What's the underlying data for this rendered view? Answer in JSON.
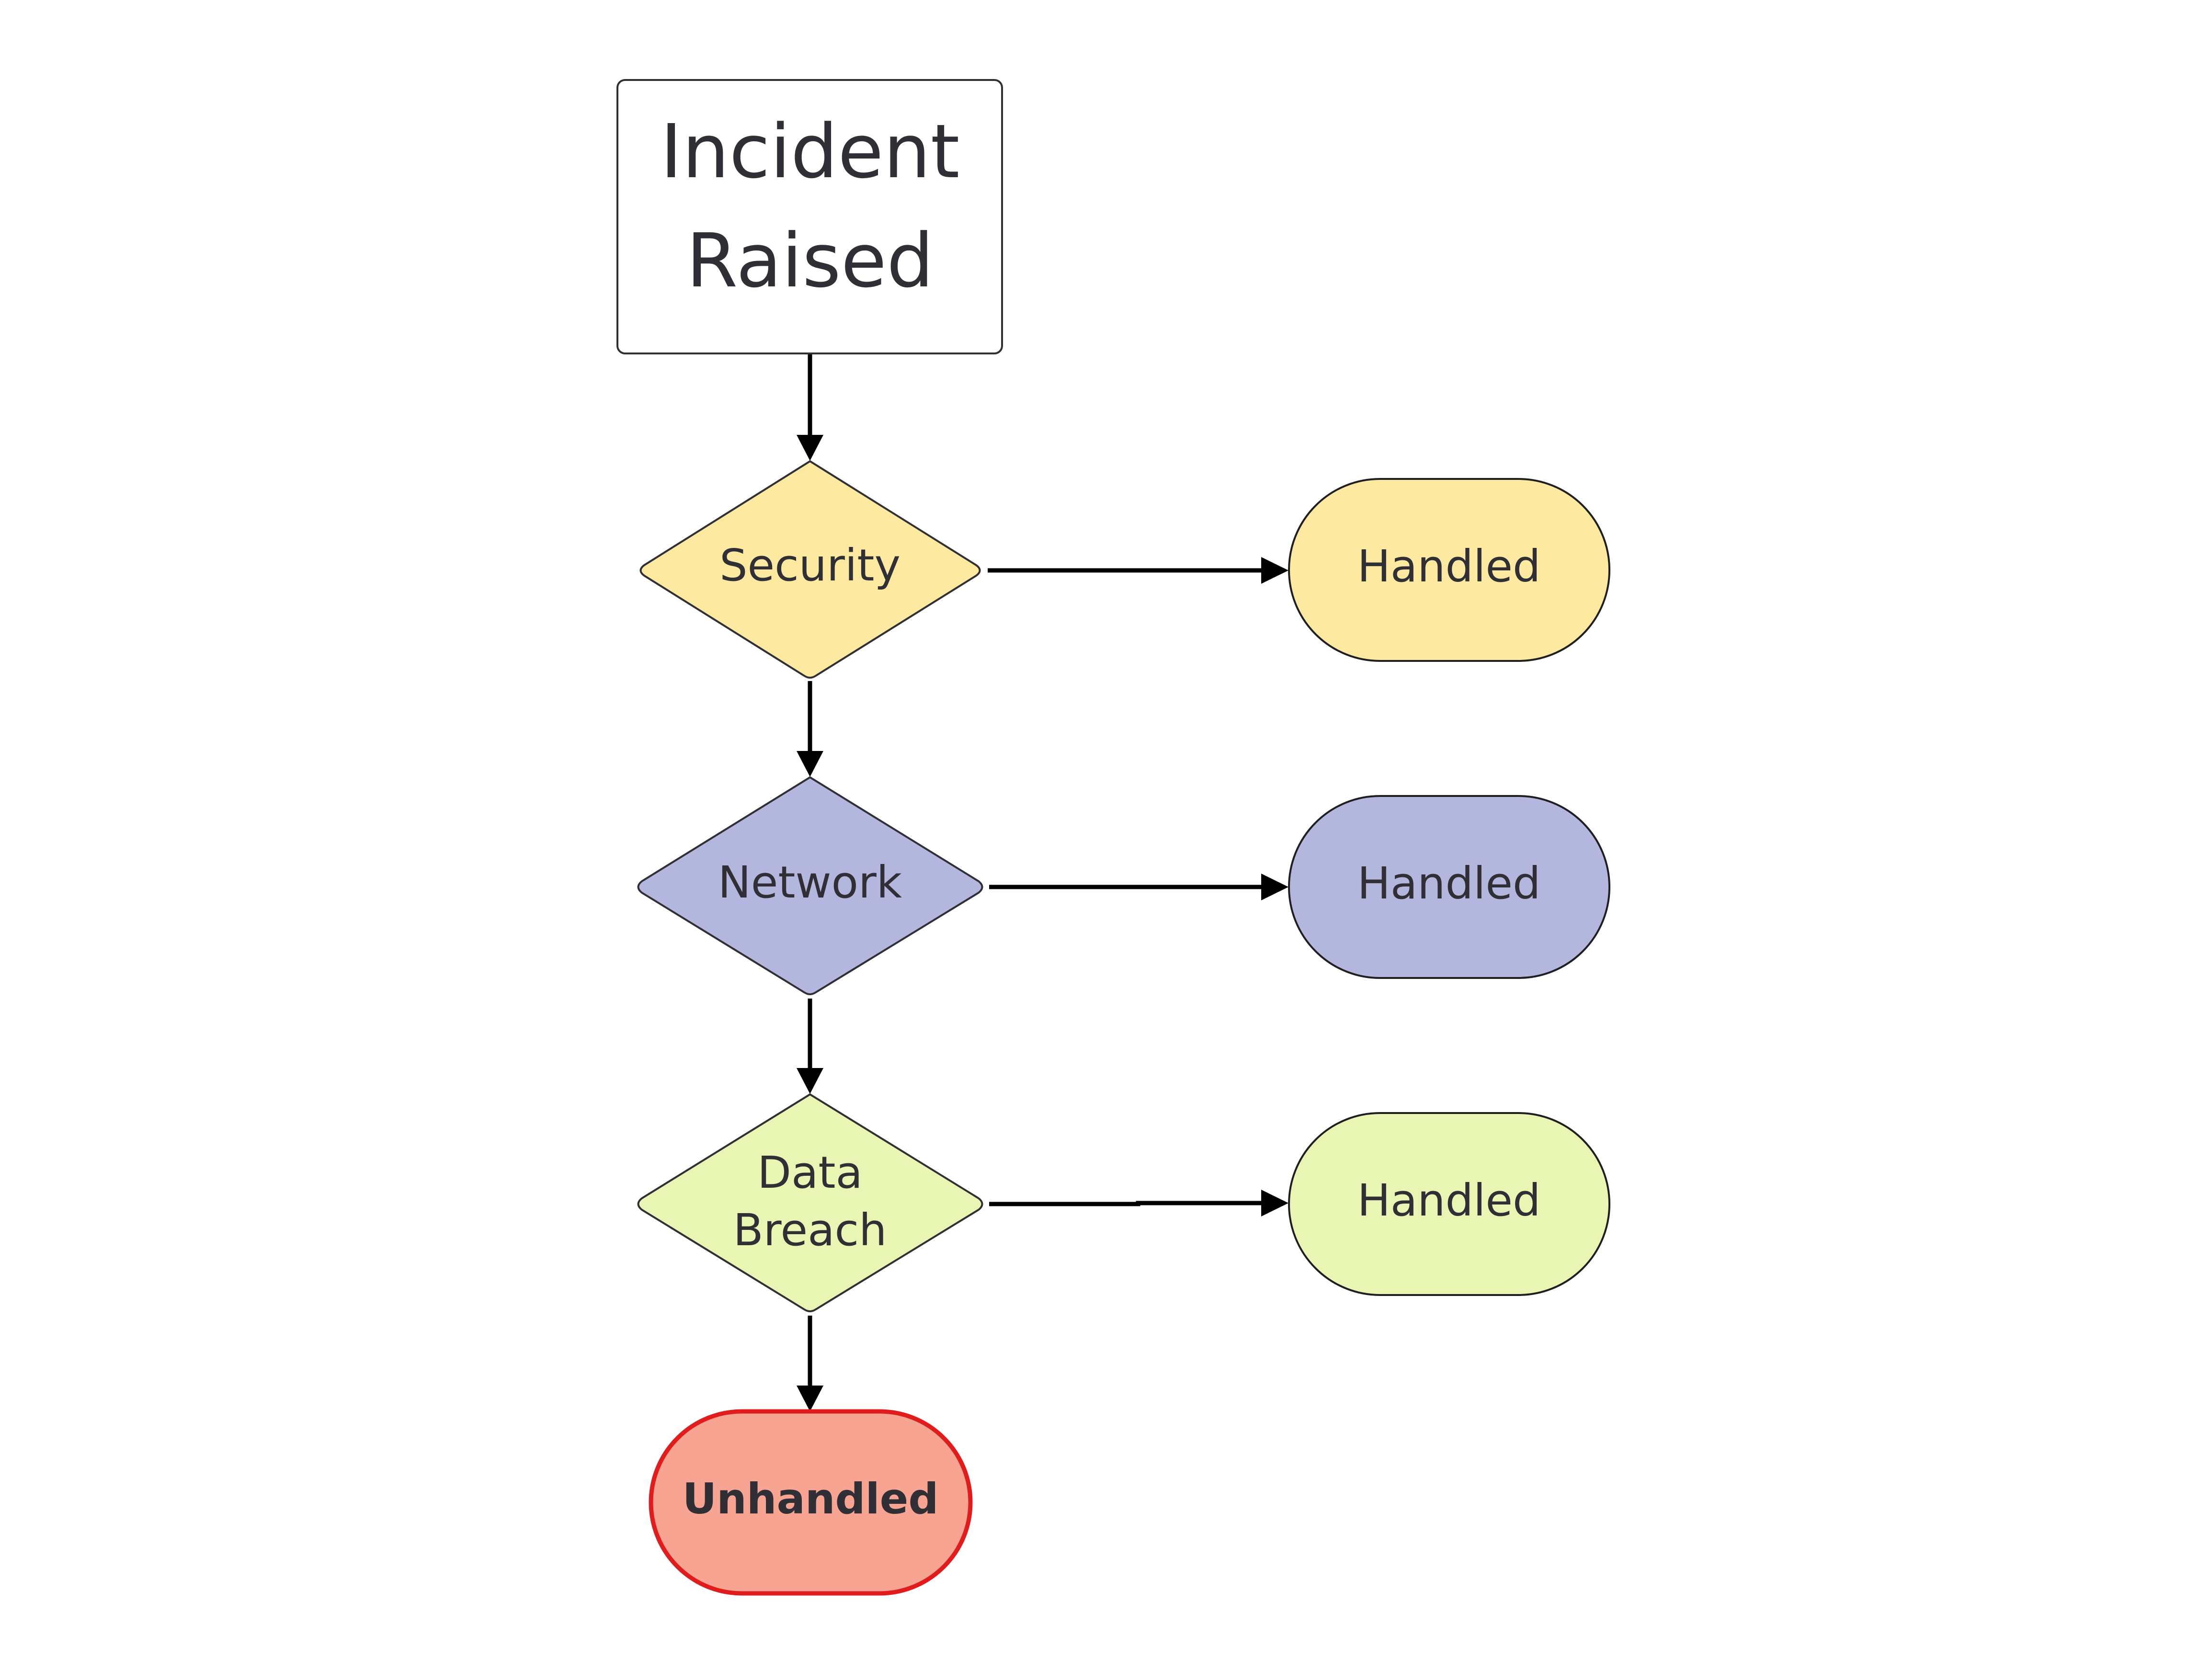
{
  "diagram": {
    "start": {
      "line1": "Incident",
      "line2": "Raised"
    },
    "decisions": [
      {
        "label_lines": [
          "Security"
        ],
        "fill": "#FDE9A0",
        "outcome": "Handled"
      },
      {
        "label_lines": [
          "Network"
        ],
        "fill": "#B3B7DE",
        "outcome": "Handled"
      },
      {
        "label_lines": [
          "Data",
          "Breach"
        ],
        "fill": "#E9F5B2",
        "outcome": "Handled"
      }
    ],
    "end": {
      "label": "Unhandled",
      "fill": "#F7A493",
      "border": "#E01C1C"
    }
  }
}
